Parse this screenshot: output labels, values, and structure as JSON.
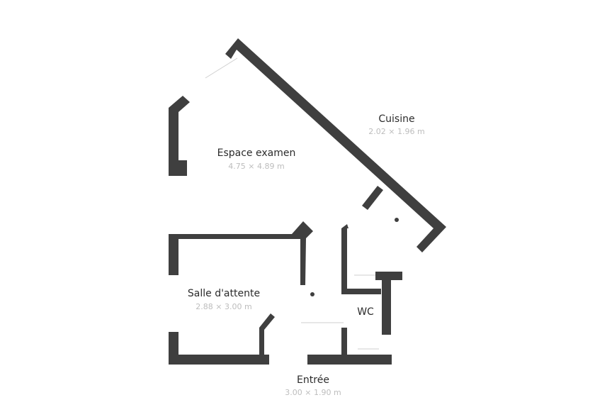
{
  "rooms": {
    "espace": {
      "name": "Espace examen",
      "dims": "4.75 × 4.89 m"
    },
    "cuisine": {
      "name": "Cuisine",
      "dims": "2.02 × 1.96 m"
    },
    "salle": {
      "name": "Salle d'attente",
      "dims": "2.88 × 3.00 m"
    },
    "wc": {
      "name": "WC"
    },
    "entree": {
      "name": "Entrée",
      "dims": "3.00 × 1.90 m"
    }
  },
  "colors": {
    "wall": "#3f3f3f",
    "label": "#2b2b2b",
    "dim": "#bdbdbd"
  }
}
